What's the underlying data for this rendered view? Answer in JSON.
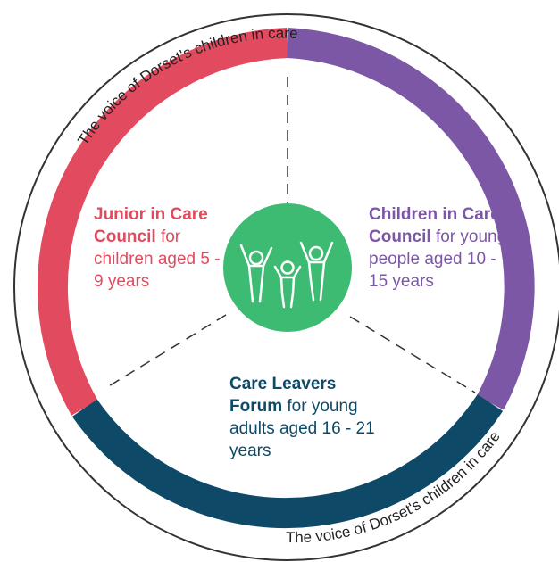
{
  "colors": {
    "junior": "#e24b5f",
    "children": "#7b57a6",
    "leavers": "#0e4a68",
    "center": "#3dbb73",
    "outline": "#333333"
  },
  "ring_text": {
    "top": "The voice of Dorset's children in care",
    "bottom": "The voice of Dorset's children in care"
  },
  "segments": {
    "junior": {
      "title": "Junior in Care Council",
      "desc": "for children aged 5 - 9 years"
    },
    "children": {
      "title": "Children in Care Council",
      "desc": "for young people aged 10 - 15 years"
    },
    "leavers": {
      "title": "Care Leavers Forum",
      "desc": "for young adults aged 16 - 21 years"
    }
  },
  "center_icon": "children-group-icon"
}
